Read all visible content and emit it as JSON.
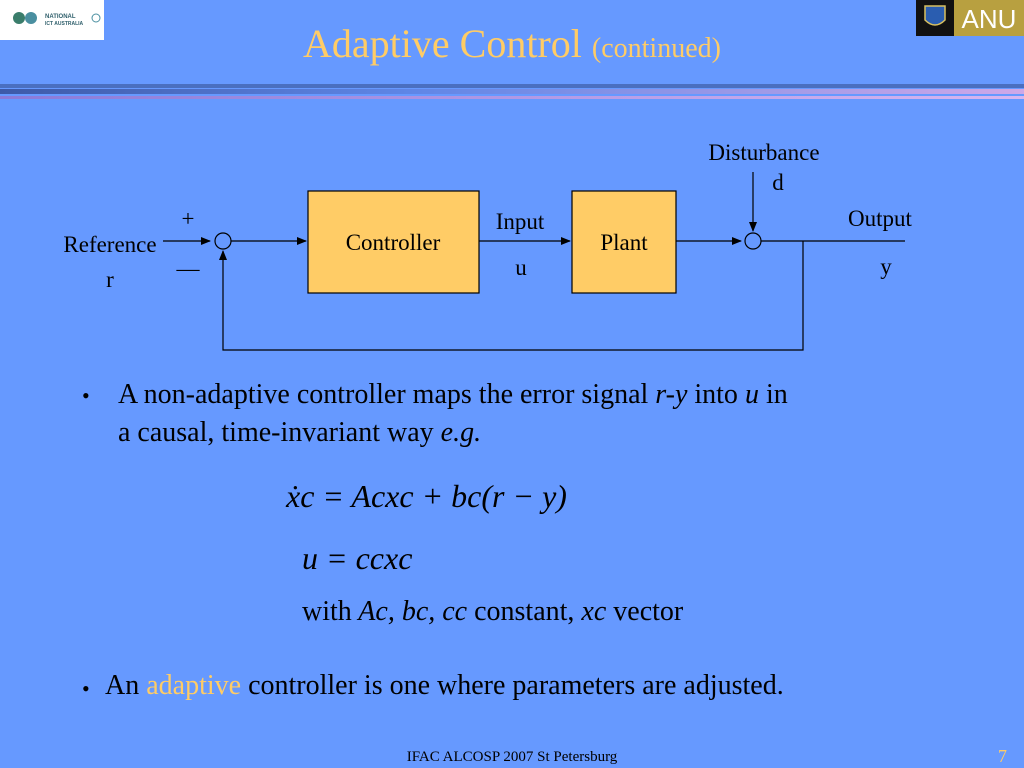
{
  "header": {
    "title_main": "Adaptive Control",
    "title_sub": "(continued)",
    "left_logo_text_1": "NATIONAL",
    "left_logo_text_2": "ICT AUSTRALIA",
    "right_logo_text": "ANU"
  },
  "diagram": {
    "disturbance_label": "Disturbance",
    "disturbance_symbol": "d",
    "plus_sign": "+",
    "minus_sign": "—",
    "reference_label": "Reference",
    "reference_symbol": "r",
    "controller_label": "Controller",
    "input_label": "Input",
    "input_symbol": "u",
    "plant_label": "Plant",
    "output_label": "Output",
    "output_symbol": "y"
  },
  "body": {
    "bullet1_part1": "A non-adaptive controller maps the error signal ",
    "bullet1_em1": "r-y",
    "bullet1_part2": " into ",
    "bullet1_em2": "u",
    "bullet1_part3": " in",
    "bullet1_line2": "a causal, time-invariant way ",
    "bullet1_eg": "e.g.",
    "eq1": "ẋc = Acxc + bc(r − y)",
    "eq2": "u = ccxc",
    "eq3_with": "with",
    "eq3_vars": "Ac, bc, cc",
    "eq3_constant": "constant,",
    "eq3_xc": "xc",
    "eq3_vector": "vector",
    "bullet2_part1": "An ",
    "bullet2_highlight": "adaptive",
    "bullet2_part2": " controller is one where parameters are adjusted."
  },
  "footer": {
    "text": "IFAC ALCOSP 2007 St Petersburg",
    "page": "7"
  },
  "colors": {
    "background": "#6699ff",
    "title": "#ffcc66",
    "block_fill": "#ffcc66",
    "highlight": "#ffcc66"
  }
}
